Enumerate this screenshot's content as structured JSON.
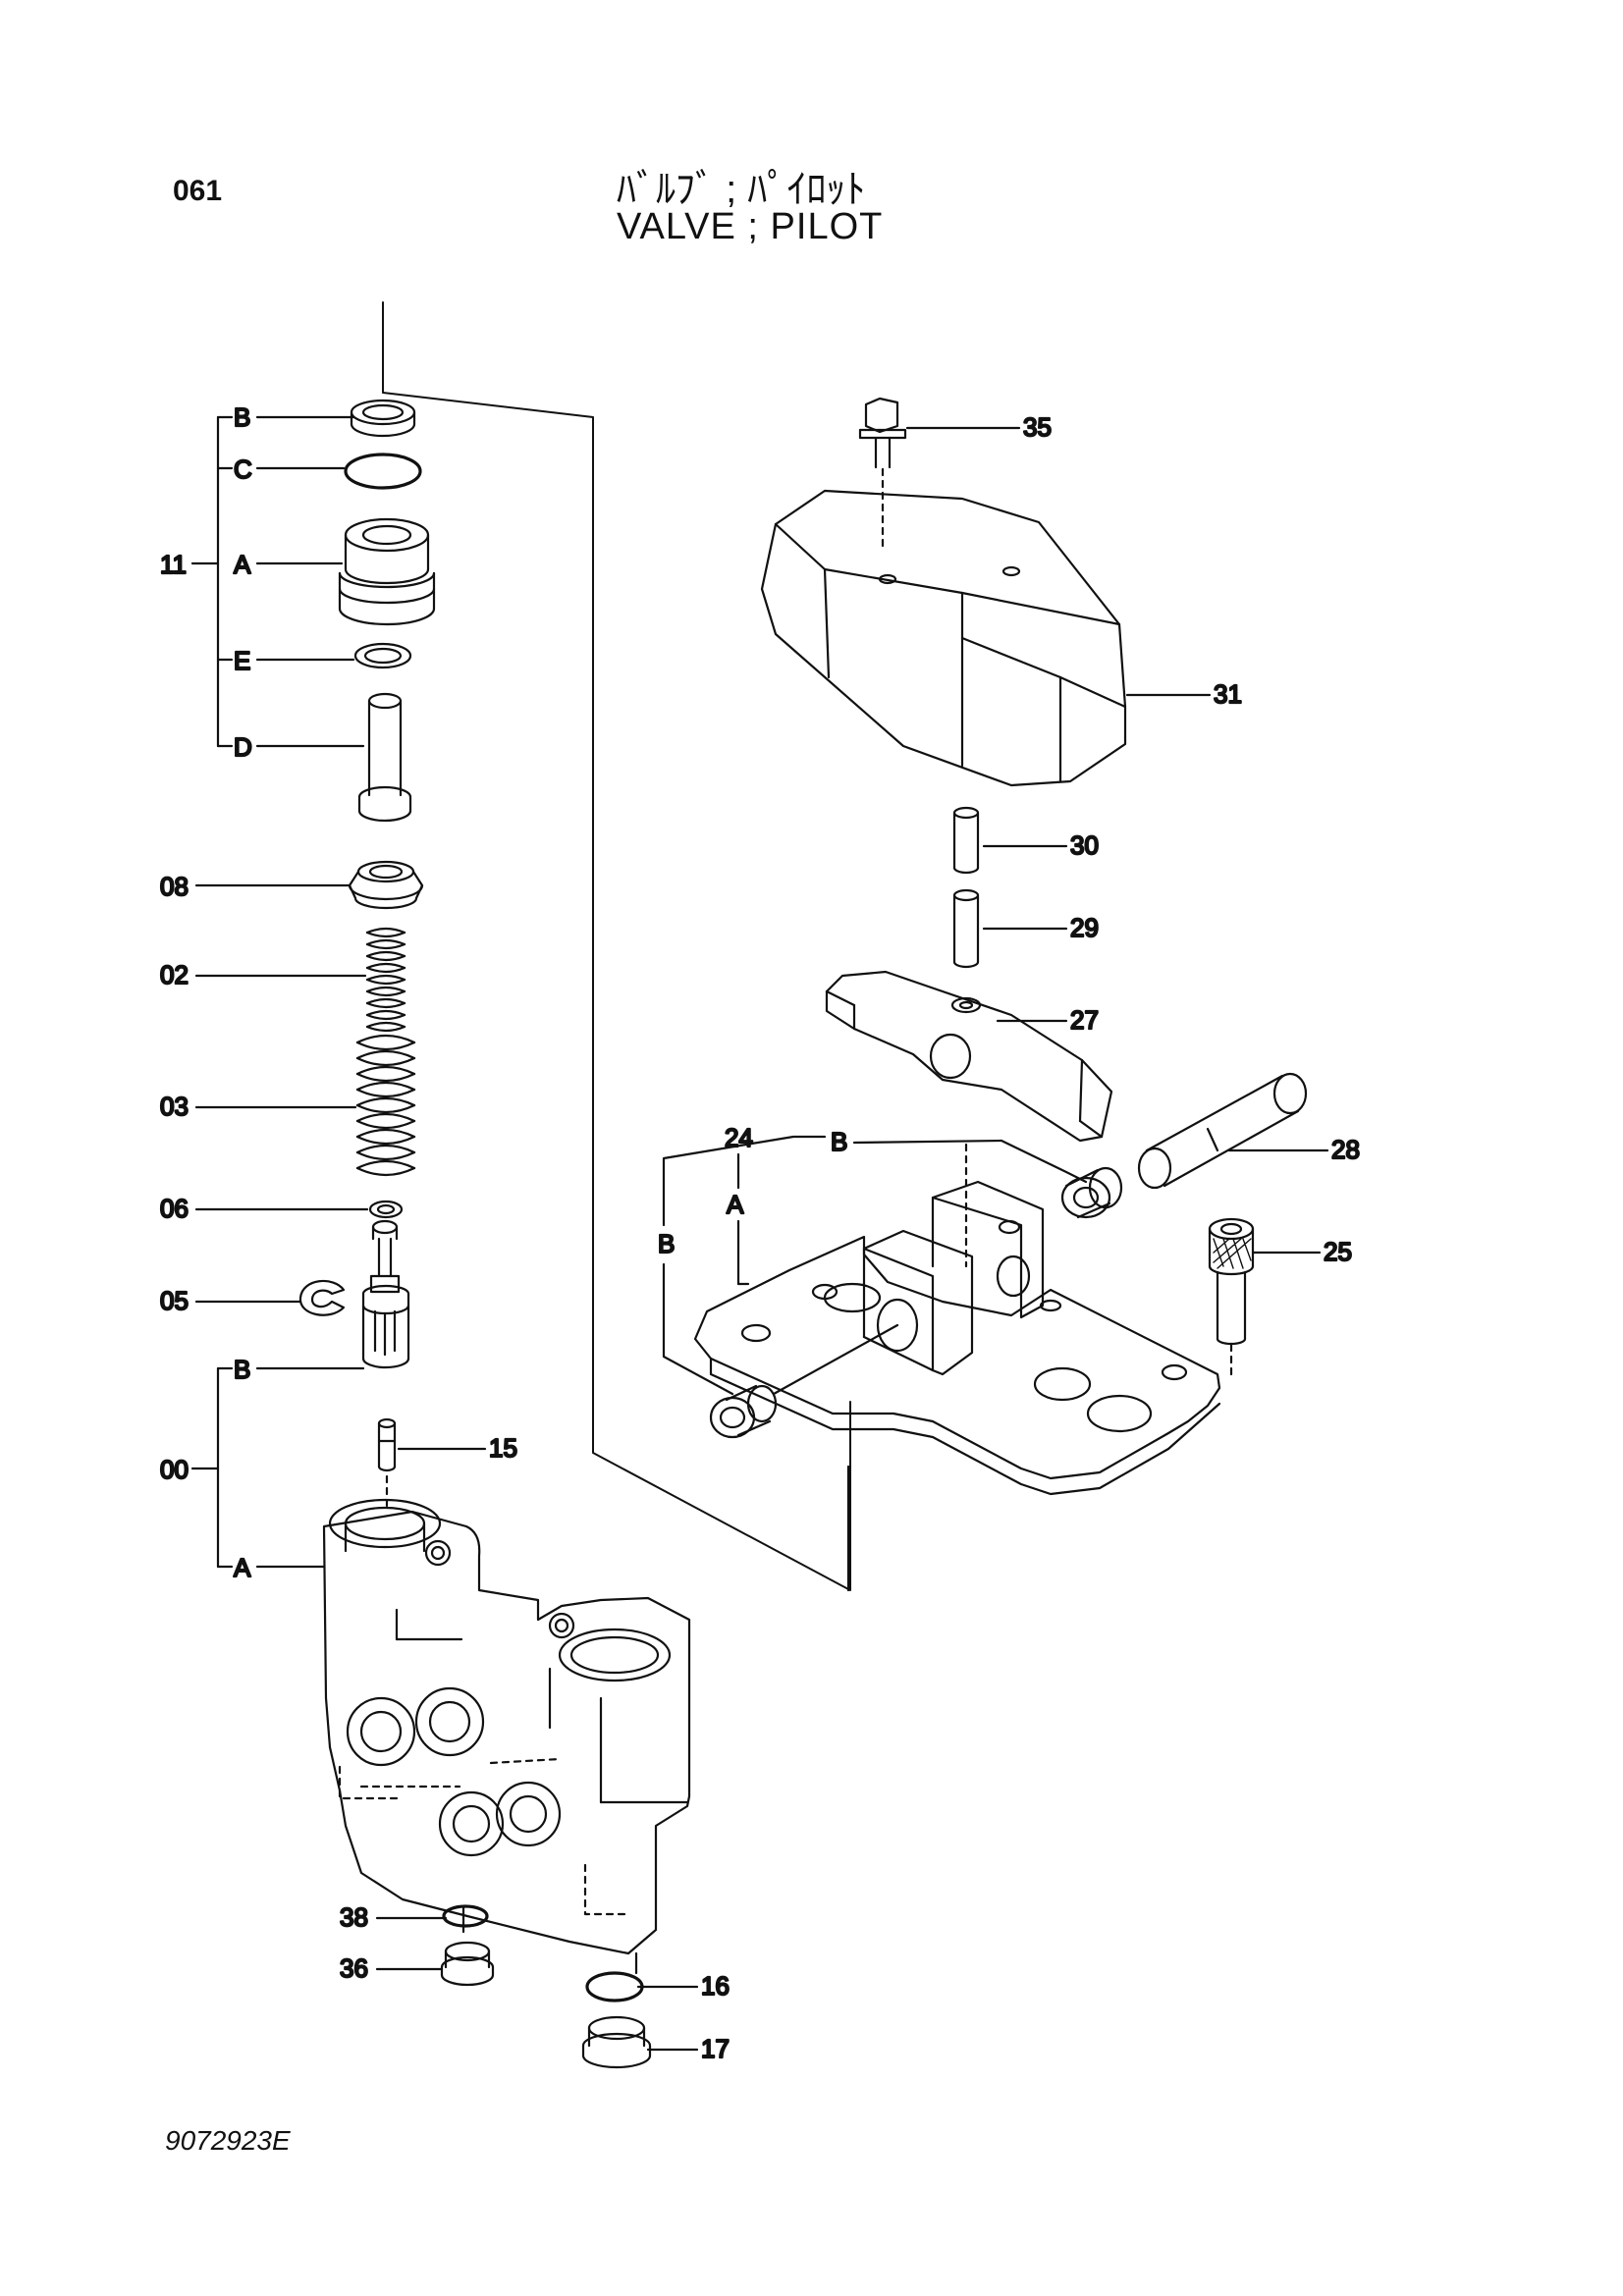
{
  "page_number": "061",
  "title_jp": "ﾊﾞﾙﾌﾞ ; ﾊﾟｲﾛｯﾄ",
  "title_en": "VALVE ; PILOT",
  "drawing_number": "9072923E",
  "callouts": {
    "c11": "11",
    "c11B": "B",
    "c11C": "C",
    "c11A": "A",
    "c11E": "E",
    "c11D": "D",
    "c08": "08",
    "c02": "02",
    "c03": "03",
    "c06": "06",
    "c05": "05",
    "c00": "00",
    "c00B": "B",
    "c00A": "A",
    "c15": "15",
    "c38": "38",
    "c36": "36",
    "c16": "16",
    "c17": "17",
    "c35": "35",
    "c31": "31",
    "c30": "30",
    "c29": "29",
    "c27": "27",
    "c28": "28",
    "c24": "24",
    "c24A": "A",
    "c24B_top": "B",
    "c24B_left": "B",
    "c25": "25"
  }
}
